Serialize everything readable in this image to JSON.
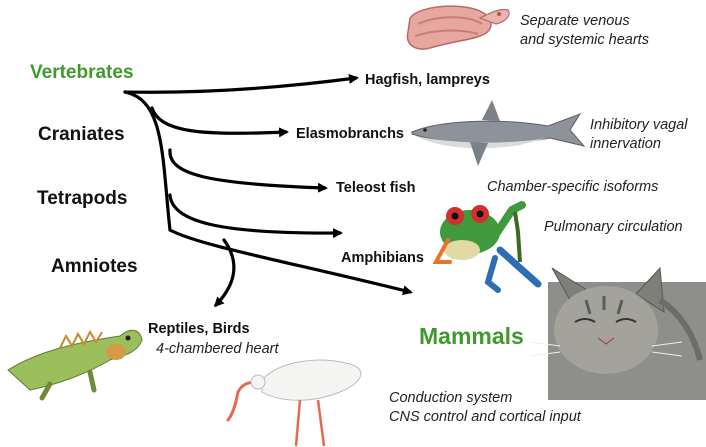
{
  "clade_labels": {
    "vertebrates": "Vertebrates",
    "craniates": "Craniates",
    "tetrapods": "Tetrapods",
    "amniotes": "Amniotes"
  },
  "taxa": {
    "hagfish": "Hagfish, lampreys",
    "elasmobranchs": "Elasmobranchs",
    "teleost": "Teleost fish",
    "amphibians": "Amphibians",
    "reptiles_birds": "Reptiles, Birds",
    "mammals": "Mammals"
  },
  "annotations": {
    "hagfish_line1": "Separate venous",
    "hagfish_line2": "and systemic hearts",
    "shark_line1": "Inhibitory vagal",
    "shark_line2": "innervation",
    "teleost": "Chamber-specific isoforms",
    "amphibian": "Pulmonary circulation",
    "reptile": "4-chambered heart",
    "mammal_line1": "Conduction system",
    "mammal_line2": "CNS control and cortical input"
  },
  "colors": {
    "clade_highlight": "#3f9a2c",
    "arrow": "#000000"
  },
  "images": [
    "hagfish-image",
    "shark-image",
    "frog-image",
    "cat-image",
    "iguana-image",
    "ibis-image"
  ]
}
